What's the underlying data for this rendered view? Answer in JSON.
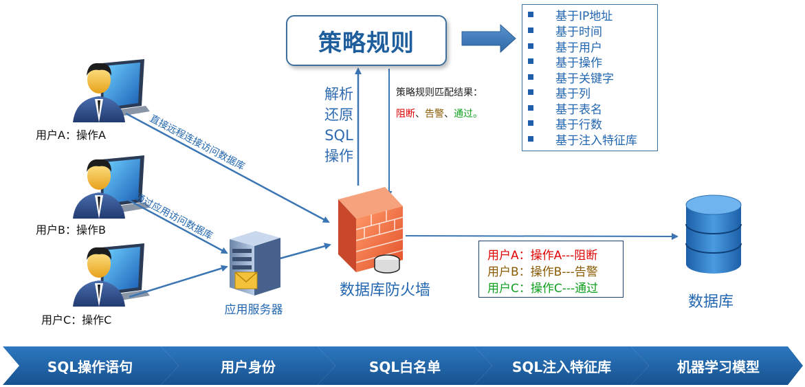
{
  "policy": {
    "title": "策略规则"
  },
  "rules": [
    "基于IP地址",
    "基于时间",
    "基于用户",
    "基于操作",
    "基于关键字",
    "基于列",
    "基于表名",
    "基于行数",
    "基于注入特征库"
  ],
  "parse_label": [
    "解析",
    "还原",
    "SQL",
    "操作"
  ],
  "match": {
    "title": "策略规则匹配结果：",
    "block": "阻断",
    "sep1": "、",
    "alert": "告警",
    "sep2": "、",
    "pass": "通过",
    "end": "。"
  },
  "users": [
    {
      "label": "用户A：操作A"
    },
    {
      "label": "用户B：操作B"
    },
    {
      "label": "用户C：操作C"
    }
  ],
  "paths": {
    "direct": "直接远程连接访问数据库",
    "via_app": "通过应用访问数据库"
  },
  "nodes": {
    "app_server": "应用服务器",
    "firewall": "数据库防火墙",
    "database": "数据库"
  },
  "outcomes": [
    {
      "text": "用户A：操作A---阻断",
      "color": "#e00000"
    },
    {
      "text": "用户B：操作B---告警",
      "color": "#8a5a00"
    },
    {
      "text": "用户C：操作C---通过",
      "color": "#10a020"
    }
  ],
  "pipeline": [
    "SQL操作语句",
    "用户身份",
    "SQL白名单",
    "SQL注入特征库",
    "机器学习模型"
  ],
  "colors": {
    "accent": "#2266b0",
    "arrow": "#3b75b4",
    "bar": "#1f63a8",
    "block": "#e00000",
    "alert": "#8a5a00",
    "pass": "#10a020"
  }
}
